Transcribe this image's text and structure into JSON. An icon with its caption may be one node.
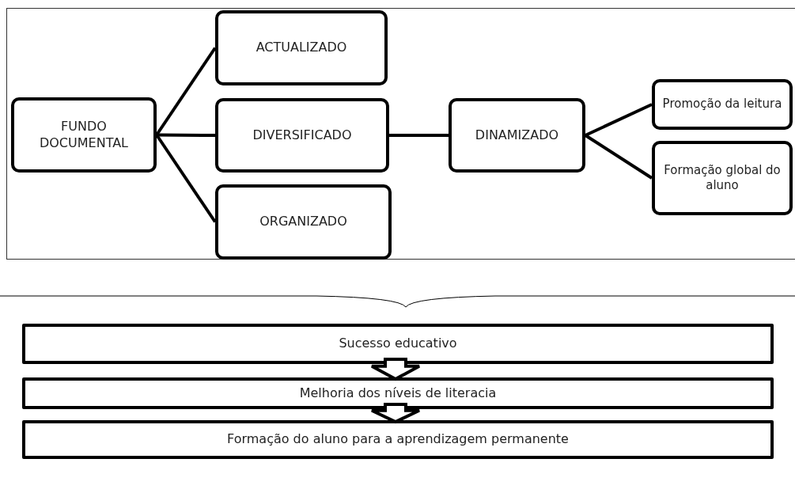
{
  "diagram": {
    "nodes": [
      {
        "text": [
          "FUNDO DOCUMENTAL"
        ]
      },
      {
        "text": [
          "ACTUALIZADO"
        ]
      },
      {
        "text": [
          "DIVERSIFICADO"
        ]
      },
      {
        "text": [
          "ORGANIZADO"
        ]
      },
      {
        "text": [
          "DINAMIZADO"
        ]
      },
      {
        "text": [
          "Promoção da leitura"
        ]
      },
      {
        "text": [
          "Formação global do aluno"
        ]
      },
      {
        "text": [
          "Sucesso educativo"
        ]
      },
      {
        "text": [
          "Melhoria dos níveis de literacia"
        ]
      },
      {
        "text": [
          "Formação do aluno para a aprendizagem permanente"
        ]
      }
    ],
    "edges": [
      {
        "from": 0,
        "to": 1,
        "arrow": "none"
      },
      {
        "from": 0,
        "to": 2,
        "arrow": "none"
      },
      {
        "from": 0,
        "to": 3,
        "arrow": "none"
      },
      {
        "from": 2,
        "to": 4,
        "arrow": "none"
      },
      {
        "from": 4,
        "to": 5,
        "arrow": "none"
      },
      {
        "from": 4,
        "to": 6,
        "arrow": "none"
      },
      {
        "from": 7,
        "to": 8,
        "arrow": "to",
        "style": "thick"
      },
      {
        "from": 8,
        "to": 9,
        "arrow": "to",
        "style": "thick"
      }
    ]
  }
}
